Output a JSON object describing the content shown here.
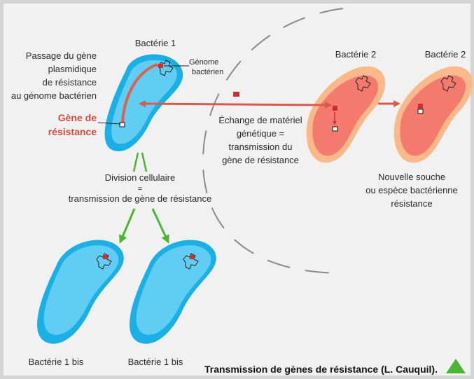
{
  "labels": {
    "bacterie1": "Bactérie 1",
    "bacterie2a": "Bactérie 2",
    "bacterie2b": "Bactérie 2",
    "bacterie1bis_a": "Bactérie 1 bis",
    "bacterie1bis_b": "Bactérie 1 bis",
    "passage": [
      "Passage du gène",
      "plasmidique",
      "de résistance",
      "au génome bactérien"
    ],
    "genome": [
      "Génome",
      "bactérien"
    ],
    "gene_resistance": [
      "Gène de",
      "résistance"
    ],
    "echange": [
      "Échange de matériel",
      "génétique =",
      "transmission du",
      "gène de résistance"
    ],
    "division": [
      "Division cellulaire",
      "=",
      "transmission de gène de résistance"
    ],
    "nouvelle": [
      "Nouvelle souche",
      "ou espèce bactérienne",
      "résistance"
    ],
    "caption": "Transmission de gènes de résistance (L. Cauquil)."
  },
  "colors": {
    "blue_fill": "#4fc6ef",
    "blue_outline": "#1ab0e6",
    "red_arrow": "#db5a50",
    "orange_outline": "#f9b98a",
    "salmon_fill": "#f47a6e",
    "green_arrow": "#4bb534",
    "gene_red": "#d42a2a"
  }
}
